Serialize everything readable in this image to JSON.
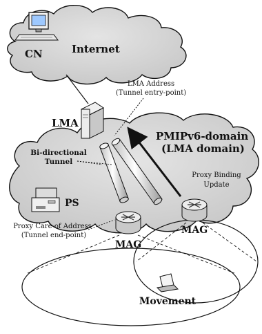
{
  "clouds": {
    "internet_label": "Internet",
    "cn_label": "CN",
    "domain_title_line1": "PMIPv6-domain",
    "domain_title_line2": "(LMA domain)"
  },
  "nodes": {
    "lma_label": "LMA",
    "ps_label": "PS",
    "mag_left_label": "MAG",
    "mag_right_label": "MAG"
  },
  "annotations": {
    "lma_address_line1": "LMA Address",
    "lma_address_line2": "(Tunnel entry-point)",
    "tunnel_line1": "Bi-directional",
    "tunnel_line2": "Tunnel",
    "pbu_line1": "Proxy Binding",
    "pbu_line2": "Update",
    "pcoa_line1": "Proxy Care-of Address",
    "pcoa_line2": "(Tunnel end-point)",
    "movement_label": "Movement"
  },
  "colors": {
    "cloud_fill": "#d3d3d3",
    "stroke": "#111111",
    "background": "#ffffff"
  }
}
